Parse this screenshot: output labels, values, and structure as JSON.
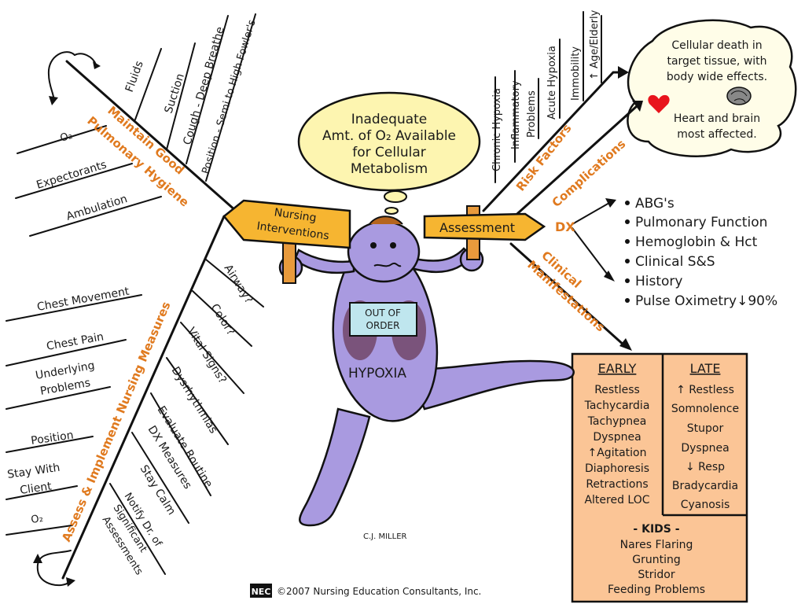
{
  "thought_bubble": {
    "line1": "Inadequate",
    "line2": "Amt. of O₂ Available",
    "line3": "for Cellular",
    "line4": "Metabolism"
  },
  "cloud": {
    "line1": "Cellular death in",
    "line2": "target tissue, with",
    "line3": "body wide effects.",
    "line4": "Heart and brain",
    "line5": "most affected."
  },
  "signs": {
    "left_line1": "Nursing",
    "left_line2": "Interventions",
    "right": "Assessment"
  },
  "character": {
    "name": "HYPOXIA",
    "badge_line1": "OUT OF",
    "badge_line2": "ORDER",
    "signature": "C.J. MILLER"
  },
  "top_left_branch": {
    "title_line1": "Maintain Good",
    "title_line2": "Pulmonary Hygiene",
    "upper_items": [
      "Fluids",
      "Suction",
      "Cough - Deep Breathe",
      "Position - Semi to High Fowler's"
    ],
    "lower_items": [
      "O₂",
      "Expectorants",
      "Ambulation"
    ]
  },
  "bottom_left_branch": {
    "title": "Assess & Implement Nursing Measures",
    "left_items": [
      "Chest Movement",
      "Chest Pain",
      "Underlying",
      "Problems",
      "Position",
      "Stay With",
      "Client",
      "O₂"
    ],
    "right_items": [
      "Airway?",
      "Color?",
      "Vital Signs?",
      "Dysrhythmias",
      "Evaluate Routine",
      "DX Measures",
      "Stay Calm",
      "Notify Dr. of",
      "Significant",
      "Assessments"
    ]
  },
  "risk_factors": {
    "title": "Risk Factors",
    "items": [
      "Chronic Hypoxia",
      "Inflammatory",
      "Problems",
      "Acute Hypoxia",
      "Immobility",
      "↑ Age/Elderly"
    ]
  },
  "complications": {
    "title": "Complications"
  },
  "dx": {
    "title": "DX",
    "items": [
      "ABG's",
      "Pulmonary Function",
      "Hemoglobin & Hct",
      "Clinical S&S",
      "History",
      "Pulse Oximetry↓90%"
    ]
  },
  "clinical": {
    "title_line1": "Clinical",
    "title_line2": "Manifestations"
  },
  "box": {
    "early_title": "EARLY",
    "late_title": "LATE",
    "early": [
      "Restless",
      "Tachycardia",
      "Tachypnea",
      "Dyspnea",
      "↑Agitation",
      "Diaphoresis",
      "Retractions",
      "Altered LOC"
    ],
    "late": [
      "↑ Restless",
      "Somnolence",
      "Stupor",
      "Dyspnea",
      "↓ Resp",
      "Bradycardia",
      "Cyanosis"
    ],
    "kids_title": "- KIDS -",
    "kids": [
      "Nares Flaring",
      "Grunting",
      "Stridor",
      "Feeding Problems"
    ]
  },
  "footer": {
    "logo": "NEC",
    "copyright": "©2007 Nursing Education Consultants, Inc."
  },
  "colors": {
    "orange": "#e07a1f",
    "cream": "#fdf5b0",
    "purple": "#a99ae0",
    "box": "#fbc596",
    "sign": "#f6b531"
  }
}
